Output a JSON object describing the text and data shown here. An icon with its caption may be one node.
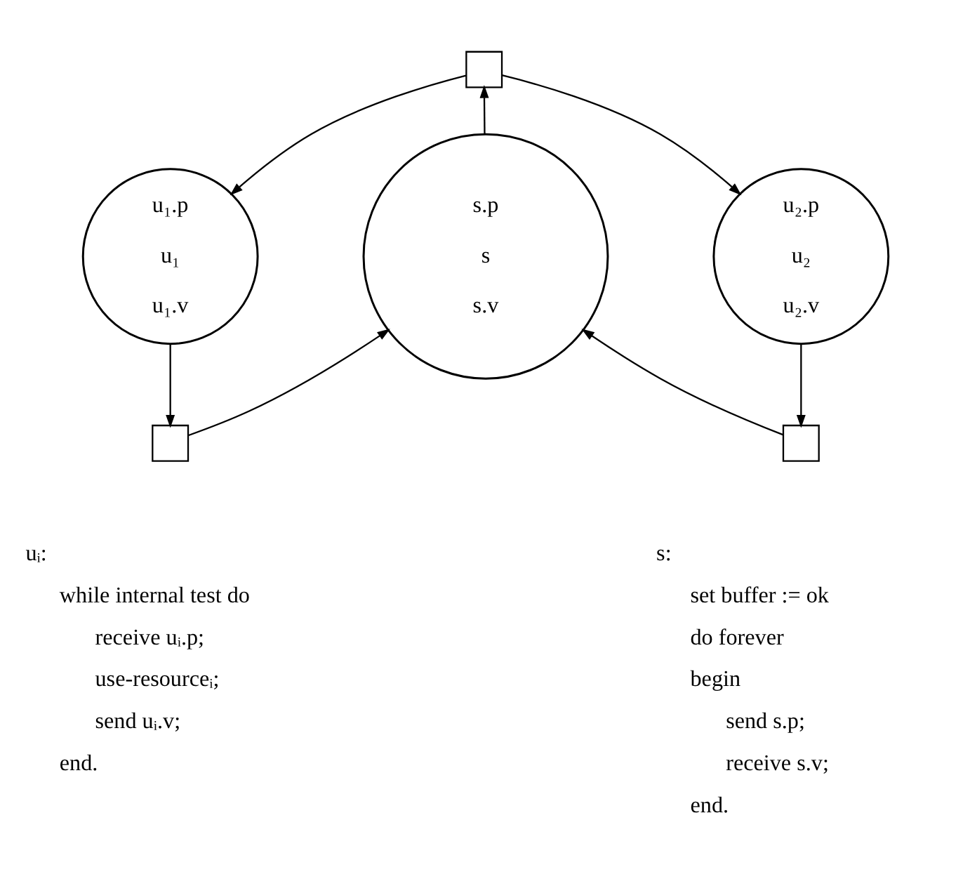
{
  "diagram": {
    "nodes": [
      {
        "text": [],
        "shape": "box"
      },
      {
        "text": [
          "u₁.p",
          "u₁",
          "u₁.v"
        ]
      },
      {
        "text": [
          "s.p",
          "s",
          "s.v"
        ]
      },
      {
        "text": [
          "u₂.p",
          "u₂",
          "u₂.v"
        ]
      },
      {
        "text": [],
        "shape": "box"
      },
      {
        "text": [],
        "shape": "box"
      }
    ],
    "edges": [
      {
        "from": 2,
        "to": 0,
        "arrow": "to"
      },
      {
        "from": 0,
        "to": 1,
        "arrow": "to"
      },
      {
        "from": 0,
        "to": 3,
        "arrow": "to"
      },
      {
        "from": 1,
        "to": 4,
        "arrow": "to"
      },
      {
        "from": 4,
        "to": 2,
        "arrow": "to"
      },
      {
        "from": 3,
        "to": 5,
        "arrow": "to"
      },
      {
        "from": 5,
        "to": 2,
        "arrow": "to"
      }
    ],
    "labels": [
      "uᵢ:",
      "while internal test do",
      "receive uᵢ.p;",
      "use-resourceᵢ;",
      "send uᵢ.v;",
      "end.",
      "s:",
      "set buffer := ok",
      "do forever",
      "begin",
      "send s.p;",
      "receive s.v;",
      "end."
    ]
  }
}
